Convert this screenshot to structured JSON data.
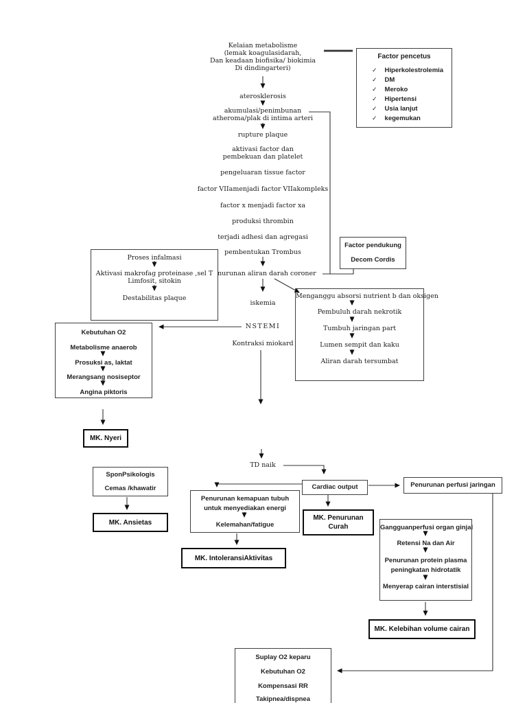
{
  "chain": [
    "Kelaian metabolisme",
    "(lemak koagulasidarah,",
    "Dan keadaan biofisika/ biokimia",
    "Di dindingarteri)",
    "aterosklerosis",
    "akumulasi/penimbunan",
    "atheroma/plak di intima arteri",
    "rupture plaque",
    "aktivasi factor dan",
    "pembekuan dan platelet",
    "pengeluaran tissue factor",
    "factor VIIamenjadi factor VIIakompleks",
    "factor x menjadi factor xa",
    "produksi thrombin",
    "terjadi adhesi dan agregasi",
    "pembentukan Trombus",
    "penurunan aliran darah coroner",
    "iskemia",
    "NSTEMI",
    "Kontraksi miokard",
    "TD naik"
  ],
  "factor_pencetus": {
    "title": "Factor pencetus",
    "check_icon": "✓",
    "items": [
      "Hiperkolestrolemia",
      "DM",
      "Meroko",
      "Hipertensi",
      "Usia lanjut",
      "kegemukan"
    ]
  },
  "factor_pendukung": {
    "lines": [
      "Factor pendukung",
      "Decom Cordis"
    ]
  },
  "proses_inflamasi": {
    "lines": [
      "Proses infalmasi",
      "Aktivasi makrofag proteinase ,sel T",
      "Limfosit, sitokin",
      "Destabilitas plaque"
    ]
  },
  "mengganggu": {
    "lines": [
      "Menganggu absorsi nutrient b dan oksigen",
      "Pembuluh darah nekrotik",
      "Tumbuh jaringan part",
      "Lumen sempit dan kaku",
      "Aliran darah tersumbat"
    ]
  },
  "kebutuhan_o2": {
    "lines": [
      "Kebutuhan O2",
      "Metabolisme anaerob",
      "Prosuksi as, laktat",
      "Merangsang nosiseptor",
      "Angina piktoris"
    ]
  },
  "mk_nyeri": "MK. Nyeri",
  "psikologis": {
    "lines": [
      "SponPsikologis",
      "Cemas /khawatir"
    ]
  },
  "mk_ansietas": "MK. Ansietas",
  "penurunan_kemampuan": {
    "lines": [
      "Penurunan kemapuan tubuh",
      "untuk menyediakan energi",
      "Kelemahan/fatigue"
    ]
  },
  "mk_intoleransi": "MK. IntoleransiAktivitas",
  "cardiac_output": "Cardiac output",
  "mk_penurunan_curah": {
    "lines": [
      "MK. Penurunan",
      "Curah"
    ]
  },
  "penurunan_perfusi": "Penurunan perfusi jaringan",
  "gangguan_ginjal": {
    "lines": [
      "Gangguanperfusi organ ginjal",
      "Retensi Na dan Air",
      "Penurunan protein plasma",
      "peningkatan hidrotatik",
      "Menyerap cairan interstisial"
    ]
  },
  "mk_kelebihan": "MK. Kelebihan volume cairan",
  "suplay": {
    "lines": [
      "Suplay O2 keparu",
      "Kebutuhan O2",
      "Kompensasi RR",
      "Takipnea/dispnea"
    ]
  },
  "colors": {
    "ink": "#1b1b1b",
    "line": "#333333"
  }
}
